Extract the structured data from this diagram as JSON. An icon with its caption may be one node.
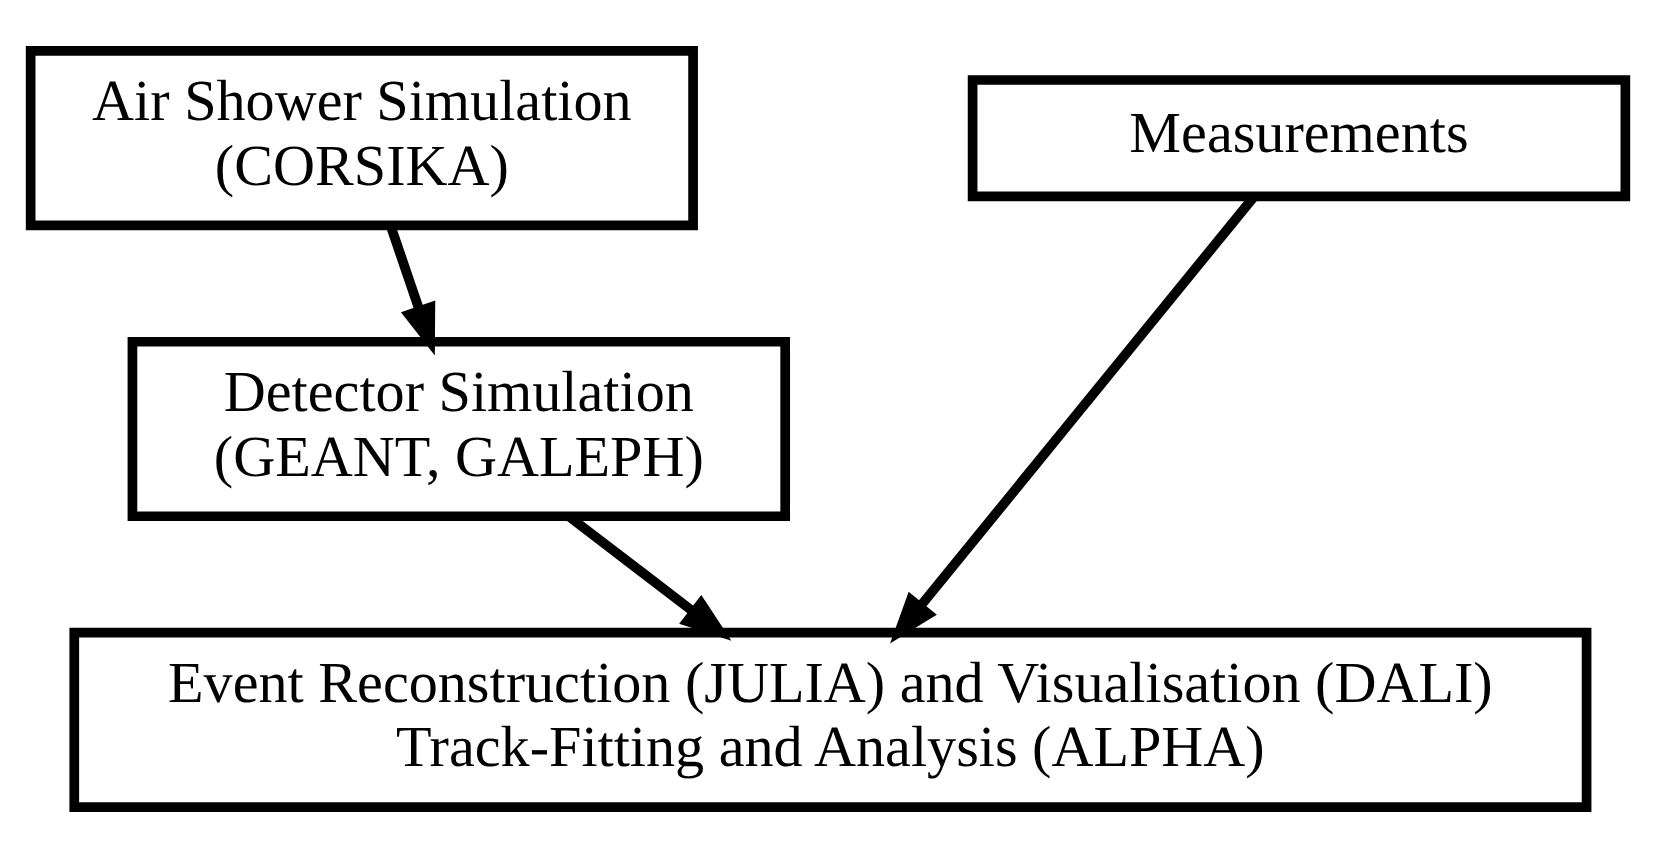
{
  "diagram": {
    "nodes": [
      {
        "text": [
          "Air Shower Simulation (CORSIKA)"
        ]
      },
      {
        "text": [
          "Detector Simulation (GEANT, GALEPH)"
        ]
      },
      {
        "text": [
          "Measurements"
        ]
      },
      {
        "text": [
          "Event Reconstruction (JULIA) and Visualisation (DALI) Track-Fitting and Analysis (ALPHA)"
        ]
      }
    ],
    "edges": [
      {
        "from": 0,
        "to": 1,
        "arrow": "to"
      },
      {
        "from": 1,
        "to": 3,
        "arrow": "to"
      },
      {
        "from": 2,
        "to": 3,
        "arrow": "to"
      }
    ]
  }
}
